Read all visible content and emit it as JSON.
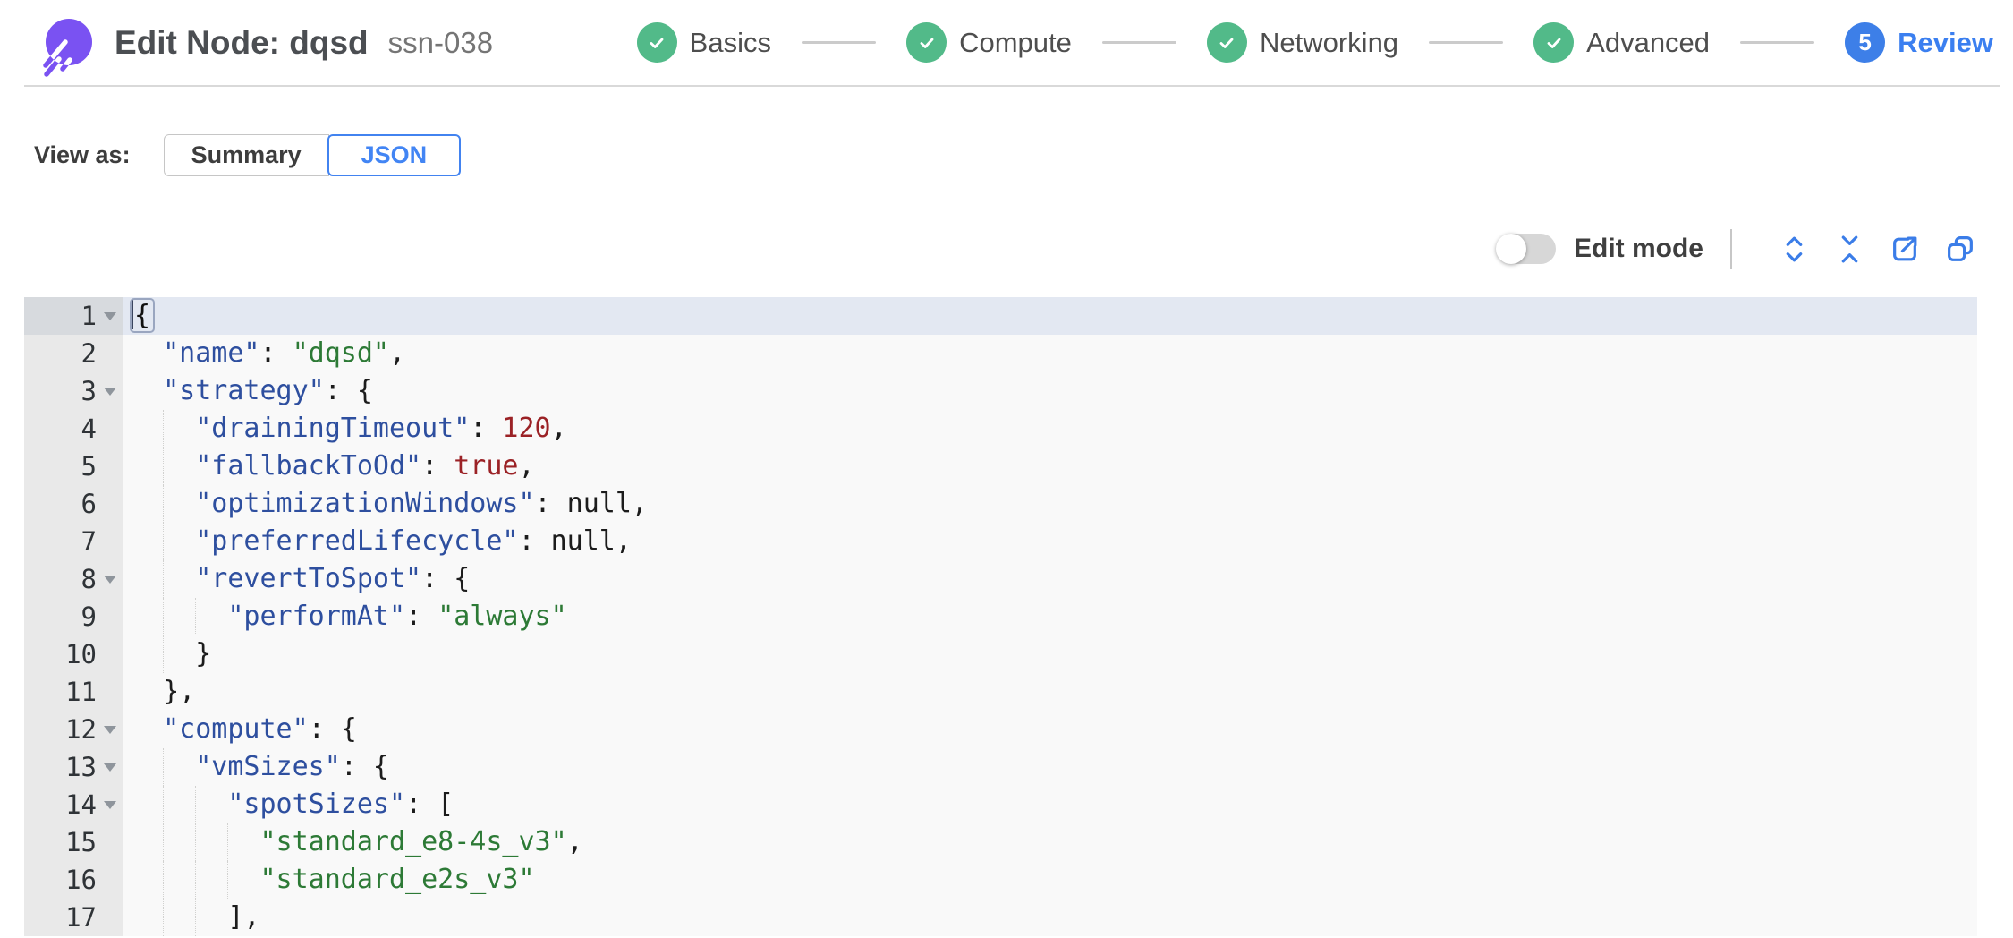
{
  "header": {
    "title": "Edit Node: dqsd",
    "subtitle": "ssn-038",
    "steps": [
      {
        "label": "Basics",
        "status": "complete"
      },
      {
        "label": "Compute",
        "status": "complete"
      },
      {
        "label": "Networking",
        "status": "complete"
      },
      {
        "label": "Advanced",
        "status": "complete"
      },
      {
        "label": "Review",
        "status": "current",
        "number": "5"
      }
    ]
  },
  "view_as": {
    "label": "View as:",
    "options": [
      {
        "label": "Summary",
        "selected": false
      },
      {
        "label": "JSON",
        "selected": true
      }
    ]
  },
  "toolbar": {
    "edit_mode_label": "Edit mode",
    "edit_mode_on": false,
    "icons": [
      {
        "name": "expand-all-icon"
      },
      {
        "name": "collapse-all-icon"
      },
      {
        "name": "export-icon"
      },
      {
        "name": "copy-icon"
      }
    ]
  },
  "editor": {
    "lines": [
      {
        "num": "1",
        "fold": true,
        "active": true,
        "tokens": [
          {
            "t": "brk",
            "v": "{"
          }
        ]
      },
      {
        "num": "2",
        "tokens": [
          {
            "t": "ws",
            "v": "  "
          },
          {
            "t": "key",
            "v": "\"name\""
          },
          {
            "t": "pun",
            "v": ": "
          },
          {
            "t": "str",
            "v": "\"dqsd\""
          },
          {
            "t": "pun",
            "v": ","
          }
        ]
      },
      {
        "num": "3",
        "fold": true,
        "tokens": [
          {
            "t": "ws",
            "v": "  "
          },
          {
            "t": "key",
            "v": "\"strategy\""
          },
          {
            "t": "pun",
            "v": ": {"
          }
        ]
      },
      {
        "num": "4",
        "tokens": [
          {
            "t": "ws",
            "v": "    "
          },
          {
            "t": "key",
            "v": "\"drainingTimeout\""
          },
          {
            "t": "pun",
            "v": ": "
          },
          {
            "t": "num",
            "v": "120"
          },
          {
            "t": "pun",
            "v": ","
          }
        ]
      },
      {
        "num": "5",
        "tokens": [
          {
            "t": "ws",
            "v": "    "
          },
          {
            "t": "key",
            "v": "\"fallbackToOd\""
          },
          {
            "t": "pun",
            "v": ": "
          },
          {
            "t": "bool",
            "v": "true"
          },
          {
            "t": "pun",
            "v": ","
          }
        ]
      },
      {
        "num": "6",
        "tokens": [
          {
            "t": "ws",
            "v": "    "
          },
          {
            "t": "key",
            "v": "\"optimizationWindows\""
          },
          {
            "t": "pun",
            "v": ": "
          },
          {
            "t": "nul",
            "v": "null"
          },
          {
            "t": "pun",
            "v": ","
          }
        ]
      },
      {
        "num": "7",
        "tokens": [
          {
            "t": "ws",
            "v": "    "
          },
          {
            "t": "key",
            "v": "\"preferredLifecycle\""
          },
          {
            "t": "pun",
            "v": ": "
          },
          {
            "t": "nul",
            "v": "null"
          },
          {
            "t": "pun",
            "v": ","
          }
        ]
      },
      {
        "num": "8",
        "fold": true,
        "tokens": [
          {
            "t": "ws",
            "v": "    "
          },
          {
            "t": "key",
            "v": "\"revertToSpot\""
          },
          {
            "t": "pun",
            "v": ": {"
          }
        ]
      },
      {
        "num": "9",
        "tokens": [
          {
            "t": "ws",
            "v": "      "
          },
          {
            "t": "key",
            "v": "\"performAt\""
          },
          {
            "t": "pun",
            "v": ": "
          },
          {
            "t": "str",
            "v": "\"always\""
          }
        ]
      },
      {
        "num": "10",
        "tokens": [
          {
            "t": "ws",
            "v": "    "
          },
          {
            "t": "pun",
            "v": "}"
          }
        ]
      },
      {
        "num": "11",
        "tokens": [
          {
            "t": "ws",
            "v": "  "
          },
          {
            "t": "pun",
            "v": "},"
          }
        ]
      },
      {
        "num": "12",
        "fold": true,
        "tokens": [
          {
            "t": "ws",
            "v": "  "
          },
          {
            "t": "key",
            "v": "\"compute\""
          },
          {
            "t": "pun",
            "v": ": {"
          }
        ]
      },
      {
        "num": "13",
        "fold": true,
        "tokens": [
          {
            "t": "ws",
            "v": "    "
          },
          {
            "t": "key",
            "v": "\"vmSizes\""
          },
          {
            "t": "pun",
            "v": ": {"
          }
        ]
      },
      {
        "num": "14",
        "fold": true,
        "tokens": [
          {
            "t": "ws",
            "v": "      "
          },
          {
            "t": "key",
            "v": "\"spotSizes\""
          },
          {
            "t": "pun",
            "v": ": ["
          }
        ]
      },
      {
        "num": "15",
        "tokens": [
          {
            "t": "ws",
            "v": "        "
          },
          {
            "t": "str",
            "v": "\"standard_e8-4s_v3\""
          },
          {
            "t": "pun",
            "v": ","
          }
        ]
      },
      {
        "num": "16",
        "tokens": [
          {
            "t": "ws",
            "v": "        "
          },
          {
            "t": "str",
            "v": "\"standard_e2s_v3\""
          }
        ]
      },
      {
        "num": "17",
        "tokens": [
          {
            "t": "ws",
            "v": "      "
          },
          {
            "t": "pun",
            "v": "],"
          }
        ]
      }
    ]
  },
  "colors": {
    "brand_purple": "#7a52f2",
    "step_complete_green": "#52ba89",
    "step_current_blue": "#3d7fe8",
    "review_label_blue": "#3b7ff0",
    "accent_blue": "#3b7de8",
    "json_key": "#2e4f9f",
    "json_string": "#2d7a36",
    "json_number": "#9b2226",
    "json_punct": "#1c1c1c",
    "active_line_bg": "#e3e8f2"
  }
}
